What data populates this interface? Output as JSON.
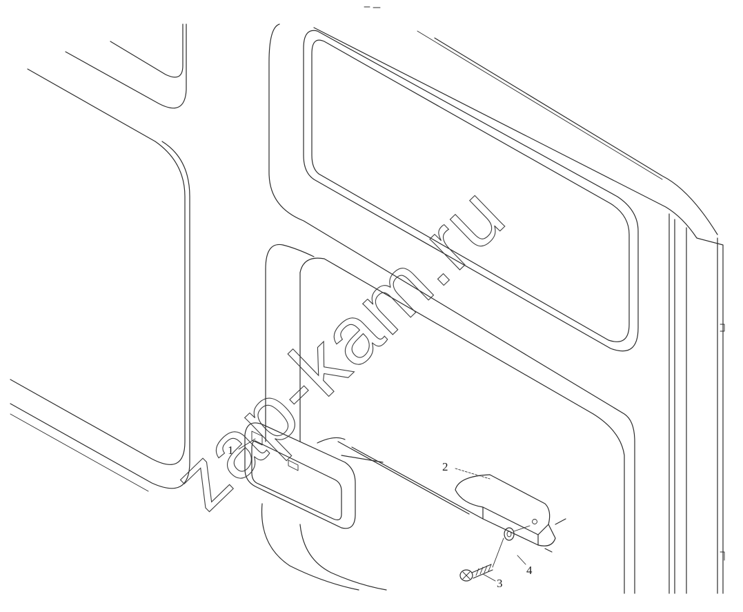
{
  "watermark": "zap-kam.ru",
  "callouts": {
    "c1": "1",
    "c2": "2",
    "c3": "3",
    "c4": "4"
  },
  "colors": {
    "line": "#2a2a2a",
    "background": "#ffffff"
  }
}
